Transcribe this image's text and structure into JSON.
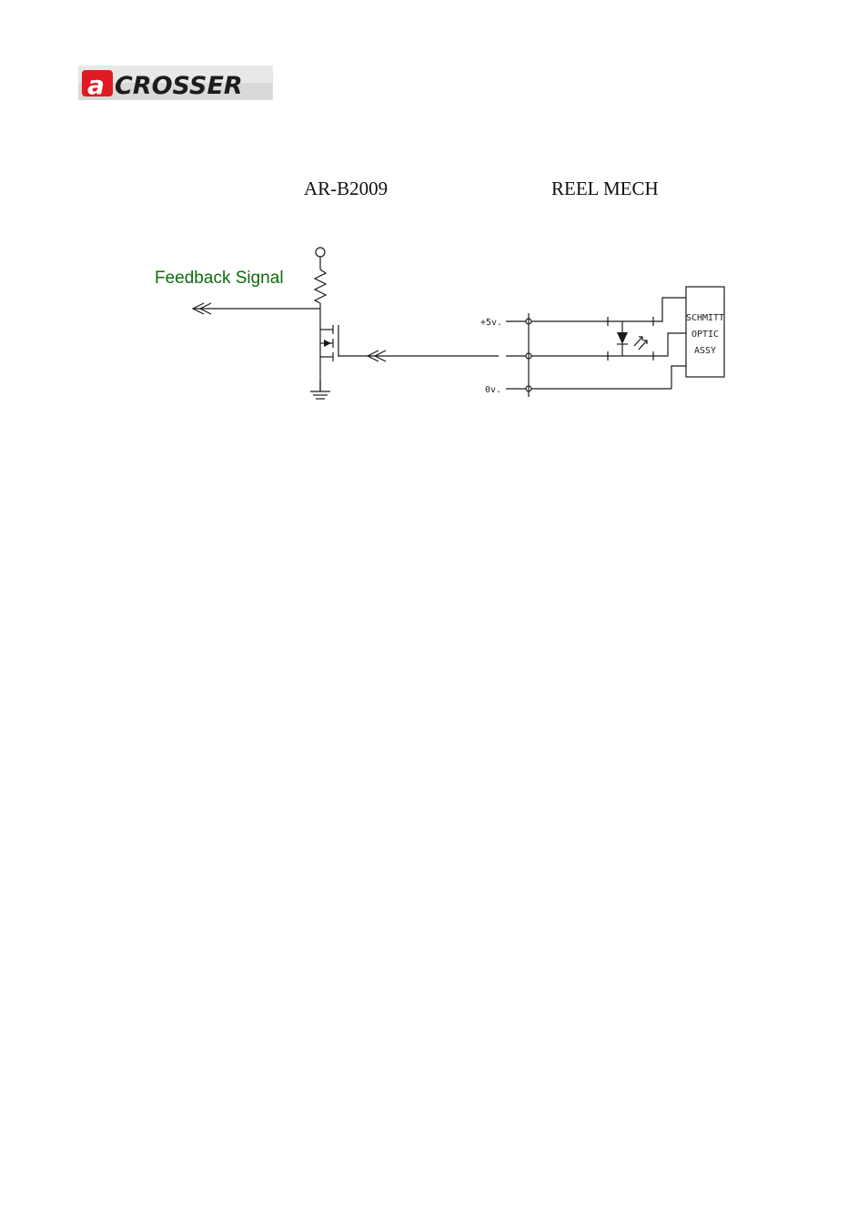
{
  "logo": {
    "text": "CROSSER",
    "letter": "a",
    "colors": {
      "red": "#e01a22",
      "silver": "#c9c9c9",
      "dark": "#1d1d1d"
    }
  },
  "titles": {
    "left": "AR-B2009",
    "right": "REEL MECH"
  },
  "feedback_label": "Feedback Signal",
  "terminals": {
    "plus5": "+5v.",
    "zero": "0v."
  },
  "optic_box": {
    "line1": "SCHMITT",
    "line2": "OPTIC",
    "line3": "ASSY"
  },
  "colors": {
    "feedback_text": "#0e6b0e",
    "wire": "#1a1a1a"
  }
}
